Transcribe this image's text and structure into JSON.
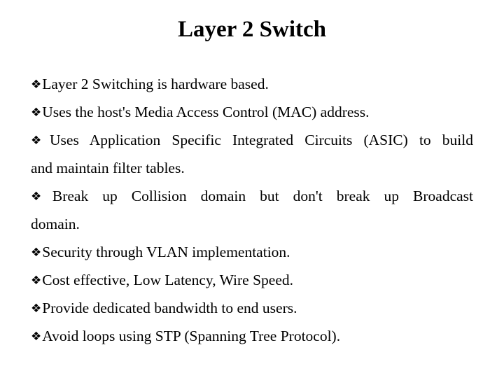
{
  "slide": {
    "title": "Layer 2 Switch",
    "background_color": "#ffffff",
    "text_color": "#000000",
    "bullet_glyph": "❖",
    "bullet_glyph_name": "four-diamond-bullet-icon",
    "bullets": [
      {
        "id": "bullet-hardware-based",
        "text": "Layer 2 Switching is hardware based.",
        "wrapped": false,
        "line_1": "Layer 2 Switching is hardware based.",
        "line_2": ""
      },
      {
        "id": "bullet-mac-address",
        "text": "Uses the host's Media Access Control (MAC) address.",
        "wrapped": false,
        "line_1": "Uses the host's Media Access Control (MAC) address.",
        "line_2": ""
      },
      {
        "id": "bullet-asic-filter-tables",
        "text": "Uses Application Specific Integrated Circuits (ASIC) to build and maintain filter tables.",
        "wrapped": true,
        "line_1": "Uses Application Specific Integrated Circuits (ASIC) to build",
        "line_2": "and maintain filter tables."
      },
      {
        "id": "bullet-collision-broadcast-domain",
        "text": "Break up Collision domain but don't break up Broadcast domain.",
        "wrapped": true,
        "line_1": "Break up Collision domain but don't break up Broadcast",
        "line_2": "domain."
      },
      {
        "id": "bullet-vlan-security",
        "text": "Security through VLAN implementation.",
        "wrapped": false,
        "line_1": "Security through VLAN implementation.",
        "line_2": ""
      },
      {
        "id": "bullet-cost-latency-speed",
        "text": "Cost effective, Low Latency, Wire Speed.",
        "wrapped": false,
        "line_1": "Cost effective, Low Latency, Wire Speed.",
        "line_2": ""
      },
      {
        "id": "bullet-dedicated-bandwidth",
        "text": "Provide dedicated bandwidth to end users.",
        "wrapped": false,
        "line_1": "Provide dedicated bandwidth to end users.",
        "line_2": ""
      },
      {
        "id": "bullet-stp-loops",
        "text": "Avoid loops using STP (Spanning Tree Protocol).",
        "wrapped": false,
        "line_1": "Avoid loops using STP (Spanning Tree Protocol).",
        "line_2": ""
      }
    ]
  }
}
